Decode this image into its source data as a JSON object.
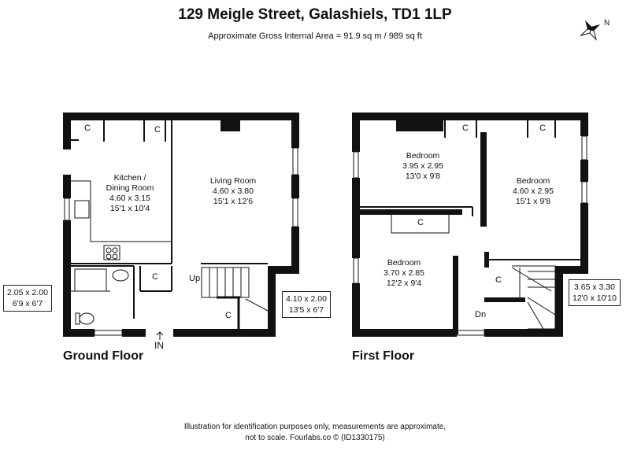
{
  "header": {
    "title": "129 Meigle Street, Galashiels, TD1 1LP",
    "subtitle": "Approximate Gross Internal Area = 91.9 sq m / 989 sq ft",
    "compass_label": "N"
  },
  "ground_floor": {
    "label": "Ground Floor",
    "entrance": "IN",
    "stairs_label": "Up",
    "rooms": [
      {
        "name": "Kitchen /\nDining Room",
        "metric": "4.60 x 3.15",
        "imperial": "15'1 x 10'4"
      },
      {
        "name": "Living Room",
        "metric": "4.60 x 3.80",
        "imperial": "15'1 x 12'6"
      }
    ],
    "outside_boxes": [
      {
        "metric": "2.05 x 2.00",
        "imperial": "6'9 x 6'7"
      },
      {
        "metric": "4.10 x 2.00",
        "imperial": "13'5 x 6'7"
      }
    ],
    "cupboards": [
      "C",
      "C",
      "C",
      "C"
    ]
  },
  "first_floor": {
    "label": "First Floor",
    "stairs_label": "Dn",
    "rooms": [
      {
        "name": "Bedroom",
        "metric": "3.95 x 2.95",
        "imperial": "13'0 x 9'8"
      },
      {
        "name": "Bedroom",
        "metric": "4.60 x 2.95",
        "imperial": "15'1 x 9'8"
      },
      {
        "name": "Bedroom",
        "metric": "3.70 x 2.85",
        "imperial": "12'2 x 9'4"
      }
    ],
    "outside_boxes": [
      {
        "metric": "3.65 x 3.30",
        "imperial": "12'0 x 10'10"
      }
    ],
    "cupboards": [
      "C",
      "C",
      "C",
      "C"
    ]
  },
  "footer": {
    "line1": "Illustration for identification purposes only, measurements are approximate,",
    "line2": "not to scale. Fourlabs.co © (ID1330175)"
  }
}
